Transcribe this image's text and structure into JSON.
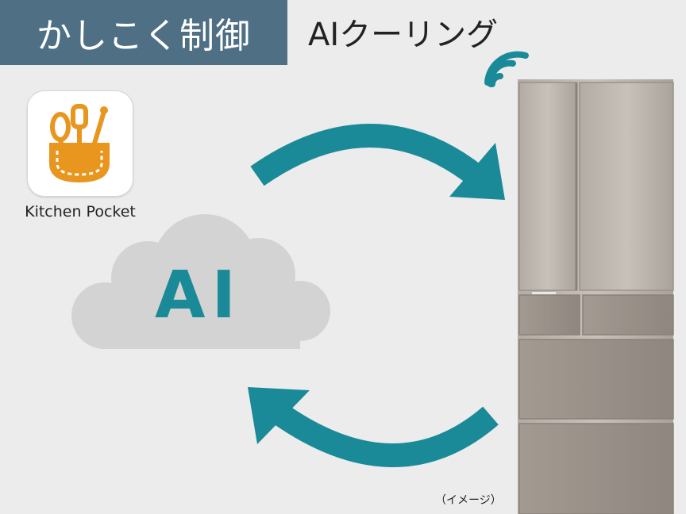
{
  "header": {
    "title": "かしこく制御",
    "subtitle": "AIクーリング"
  },
  "app": {
    "name": "Kitchen Pocket",
    "icon": "kitchen-tools-pocket-icon"
  },
  "cloud": {
    "label": "AI",
    "icon": "cloud-icon"
  },
  "device": {
    "icon": "refrigerator",
    "caption": "（イメージ）"
  },
  "colors": {
    "header_bg": "#4f6f84",
    "accent_teal": "#1a8a98",
    "cloud_gray": "#d3d3d3",
    "icon_orange": "#e8961e"
  }
}
